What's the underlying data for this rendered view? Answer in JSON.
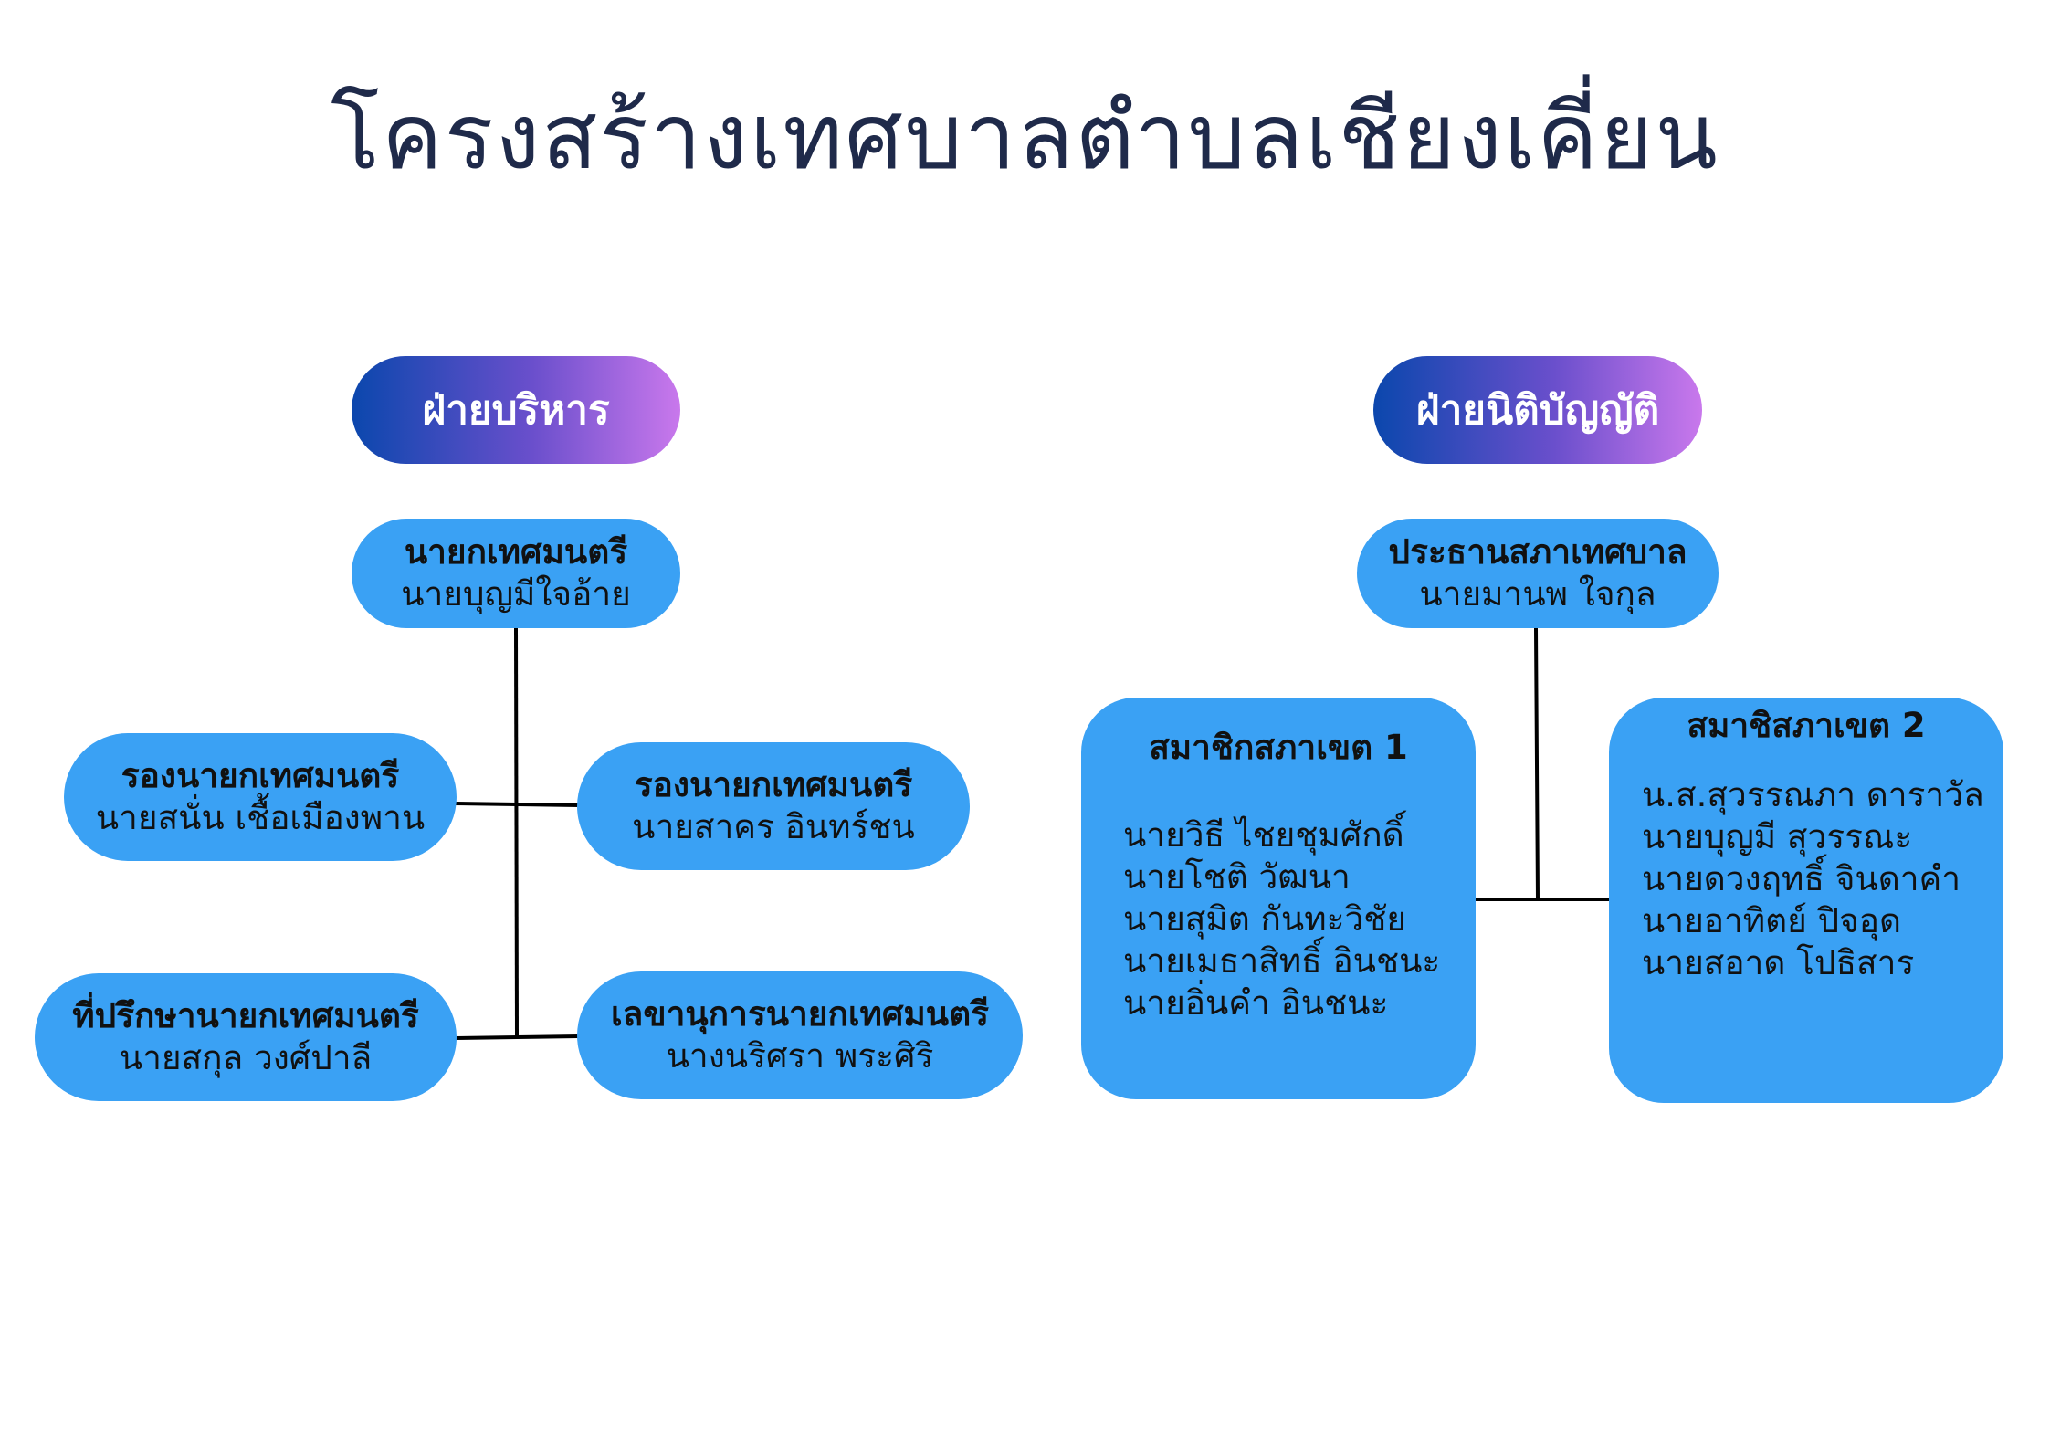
{
  "title": "โครงสร้างเทศบาลตำบลเชียงเคี่ยน",
  "executive": {
    "header": "ฝ่ายบริหาร",
    "mayor": {
      "role": "นายกเทศมนตรี",
      "name": "นายบุญมีใจอ้าย"
    },
    "deputy_left": {
      "role": "รองนายกเทศมนตรี",
      "name": "นายสนั่น เชื้อเมืองพาน"
    },
    "deputy_right": {
      "role": "รองนายกเทศมนตรี",
      "name": "นายสาคร อินทร์ชน"
    },
    "advisor": {
      "role": "ที่ปรึกษานายกเทศมนตรี",
      "name": "นายสกุล  วงศ์ปาลี"
    },
    "secretary": {
      "role": "เลขานุการนายกเทศมนตรี",
      "name": "นางนริศรา  พระศิริ"
    }
  },
  "legislative": {
    "header": "ฝ่ายนิติบัญญัติ",
    "chairman": {
      "role": "ประธานสภาเทศบาล",
      "name": "นายมานพ  ใจกุล"
    },
    "district1": {
      "role": "สมาชิกสภาเขต 1",
      "members": [
        " นายวิธี  ไชยชุมศักดิ์",
        "นายโชติ  วัฒนา",
        "นายสุมิต  กันทะวิชัย",
        "นายเมธาสิทธิ์  อินชนะ",
        "นายอิ่นคำ  อินชนะ"
      ]
    },
    "district2": {
      "role": "สมาชิสภาเขต 2",
      "members": [
        "น.ส.สุวรรณภา ดาราวัล",
        "นายบุญมี สุวรรณะ",
        "นายดวงฤทธิ์ จินดาคำ",
        "นายอาทิตย์ ปิจอุด",
        "นายสอาด โปธิสาร"
      ]
    }
  }
}
